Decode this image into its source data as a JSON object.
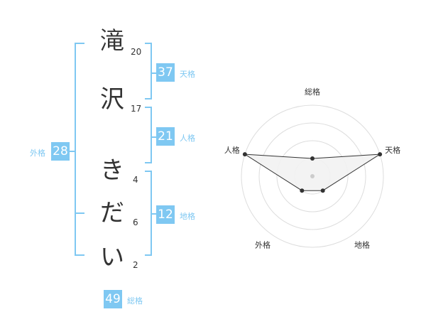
{
  "name": {
    "characters": [
      {
        "char": "滝",
        "strokes": "20"
      },
      {
        "char": "沢",
        "strokes": "17"
      },
      {
        "char": "き",
        "strokes": "4"
      },
      {
        "char": "だ",
        "strokes": "6"
      },
      {
        "char": "い",
        "strokes": "2"
      }
    ]
  },
  "fortune": {
    "tenkaku": {
      "value": "37",
      "label": "天格"
    },
    "jinkaku": {
      "value": "21",
      "label": "人格"
    },
    "chikaku": {
      "value": "12",
      "label": "地格"
    },
    "gaikaku": {
      "value": "28",
      "label": "外格"
    },
    "soukaku": {
      "value": "49",
      "label": "総格"
    }
  },
  "colors": {
    "accent": "#7fc8f2",
    "text": "#333333",
    "radar_fill": "#f2f2f2"
  },
  "chart_data": {
    "type": "radar",
    "axes": [
      "総格",
      "天格",
      "地格",
      "外格",
      "人格"
    ],
    "values": [
      1,
      4,
      1,
      1,
      4
    ],
    "rmax": 4,
    "rings": 4
  }
}
